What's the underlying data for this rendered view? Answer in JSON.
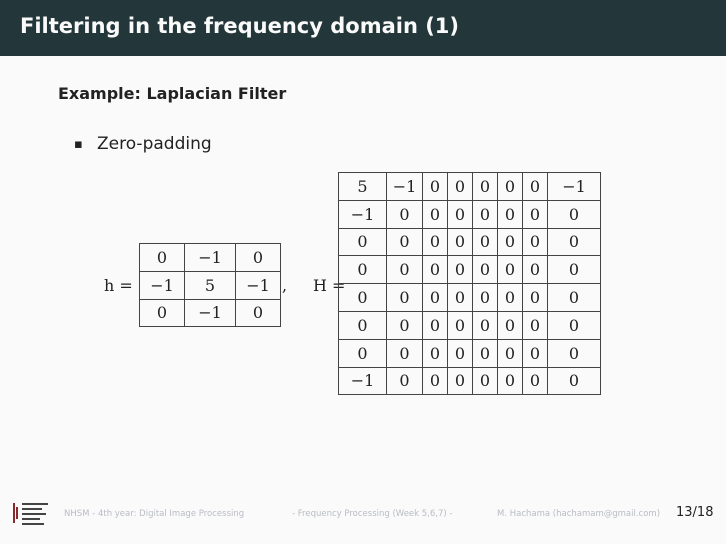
{
  "slide": {
    "title": "Filtering in the frequency domain (1)",
    "example_heading": "Example: Laplacian Filter",
    "bullet": "Zero-padding",
    "h_label": "h =",
    "comma": ",",
    "H_label": "H =",
    "h_matrix": [
      [
        "0",
        "−1",
        "0"
      ],
      [
        "−1",
        "5",
        "−1"
      ],
      [
        "0",
        "−1",
        "0"
      ]
    ],
    "H_matrix": [
      [
        "5",
        "−1",
        "0",
        "0",
        "0",
        "0",
        "0",
        "−1"
      ],
      [
        "−1",
        "0",
        "0",
        "0",
        "0",
        "0",
        "0",
        "0"
      ],
      [
        "0",
        "0",
        "0",
        "0",
        "0",
        "0",
        "0",
        "0"
      ],
      [
        "0",
        "0",
        "0",
        "0",
        "0",
        "0",
        "0",
        "0"
      ],
      [
        "0",
        "0",
        "0",
        "0",
        "0",
        "0",
        "0",
        "0"
      ],
      [
        "0",
        "0",
        "0",
        "0",
        "0",
        "0",
        "0",
        "0"
      ],
      [
        "0",
        "0",
        "0",
        "0",
        "0",
        "0",
        "0",
        "0"
      ],
      [
        "−1",
        "0",
        "0",
        "0",
        "0",
        "0",
        "0",
        "0"
      ]
    ]
  },
  "footer": {
    "left": "NHSM - 4th year: Digital Image Processing",
    "middle": "- Frequency Processing (Week 5,6,7) -",
    "right": "M. Hachama (hachamam@gmail.com)",
    "page": "13/18"
  }
}
